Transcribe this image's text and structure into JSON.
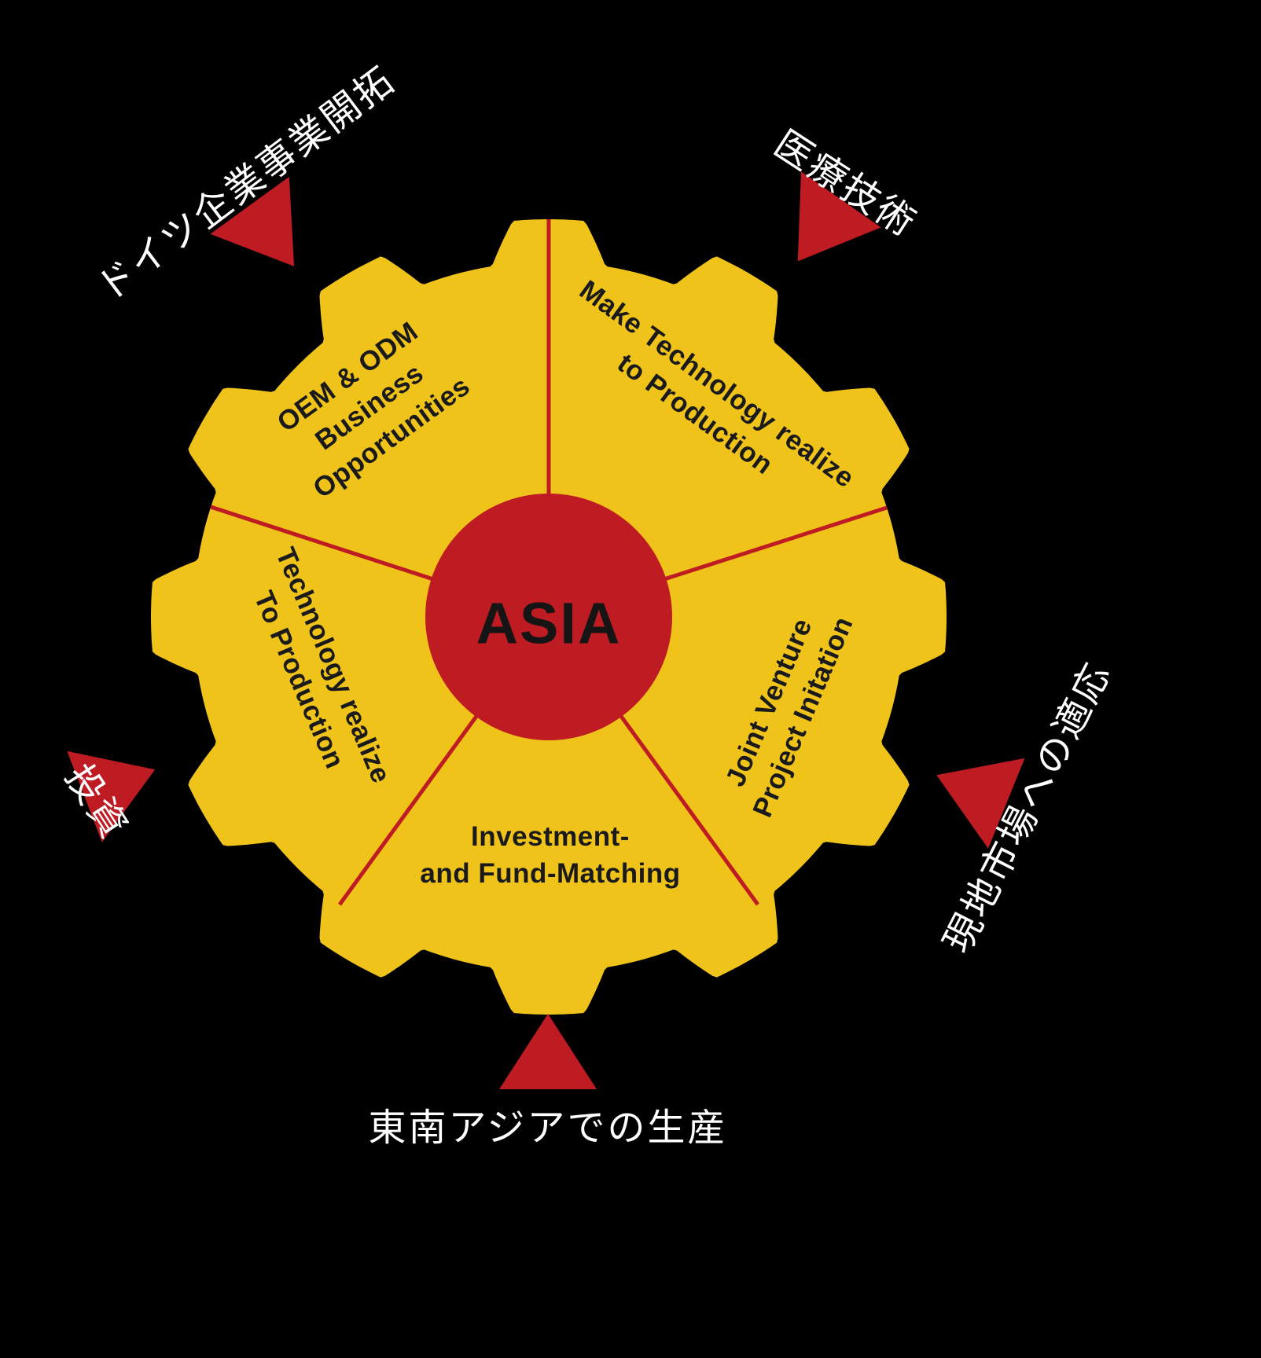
{
  "diagram": {
    "type": "gear-diagram",
    "background_color": "#000000",
    "colors": {
      "gear_yellow": "#EFC31A",
      "accent_red": "#BE1B23",
      "sector_text": "#1A1A1A",
      "label_text": "#FFFFFF"
    },
    "hub": {
      "label": "ASIA"
    },
    "sectors": [
      {
        "id": "oem-odm",
        "lines": [
          "OEM & ODM",
          "Business",
          "Opportunities"
        ]
      },
      {
        "id": "make-technology",
        "lines": [
          "Make Technology realize",
          "to Production"
        ]
      },
      {
        "id": "joint-venture",
        "lines": [
          "Joint Venture",
          "Project Initation"
        ]
      },
      {
        "id": "investment-fund",
        "lines": [
          "Investment-",
          "and Fund-Matching"
        ]
      },
      {
        "id": "technology-production",
        "lines": [
          "Technology realize",
          "To Production"
        ]
      }
    ],
    "outer_labels": [
      {
        "id": "germany-business",
        "text": "ドイツ企業事業開拓",
        "icon": "triangle-pointer-icon"
      },
      {
        "id": "medical-technology",
        "text": "医療技術",
        "icon": "triangle-pointer-icon"
      },
      {
        "id": "local-market",
        "text": "現地市場への適応",
        "icon": "triangle-pointer-icon"
      },
      {
        "id": "sea-production",
        "text": "東南アジアでの生産",
        "icon": "triangle-pointer-icon"
      },
      {
        "id": "investment",
        "text": "投資",
        "icon": "triangle-pointer-icon"
      }
    ]
  }
}
